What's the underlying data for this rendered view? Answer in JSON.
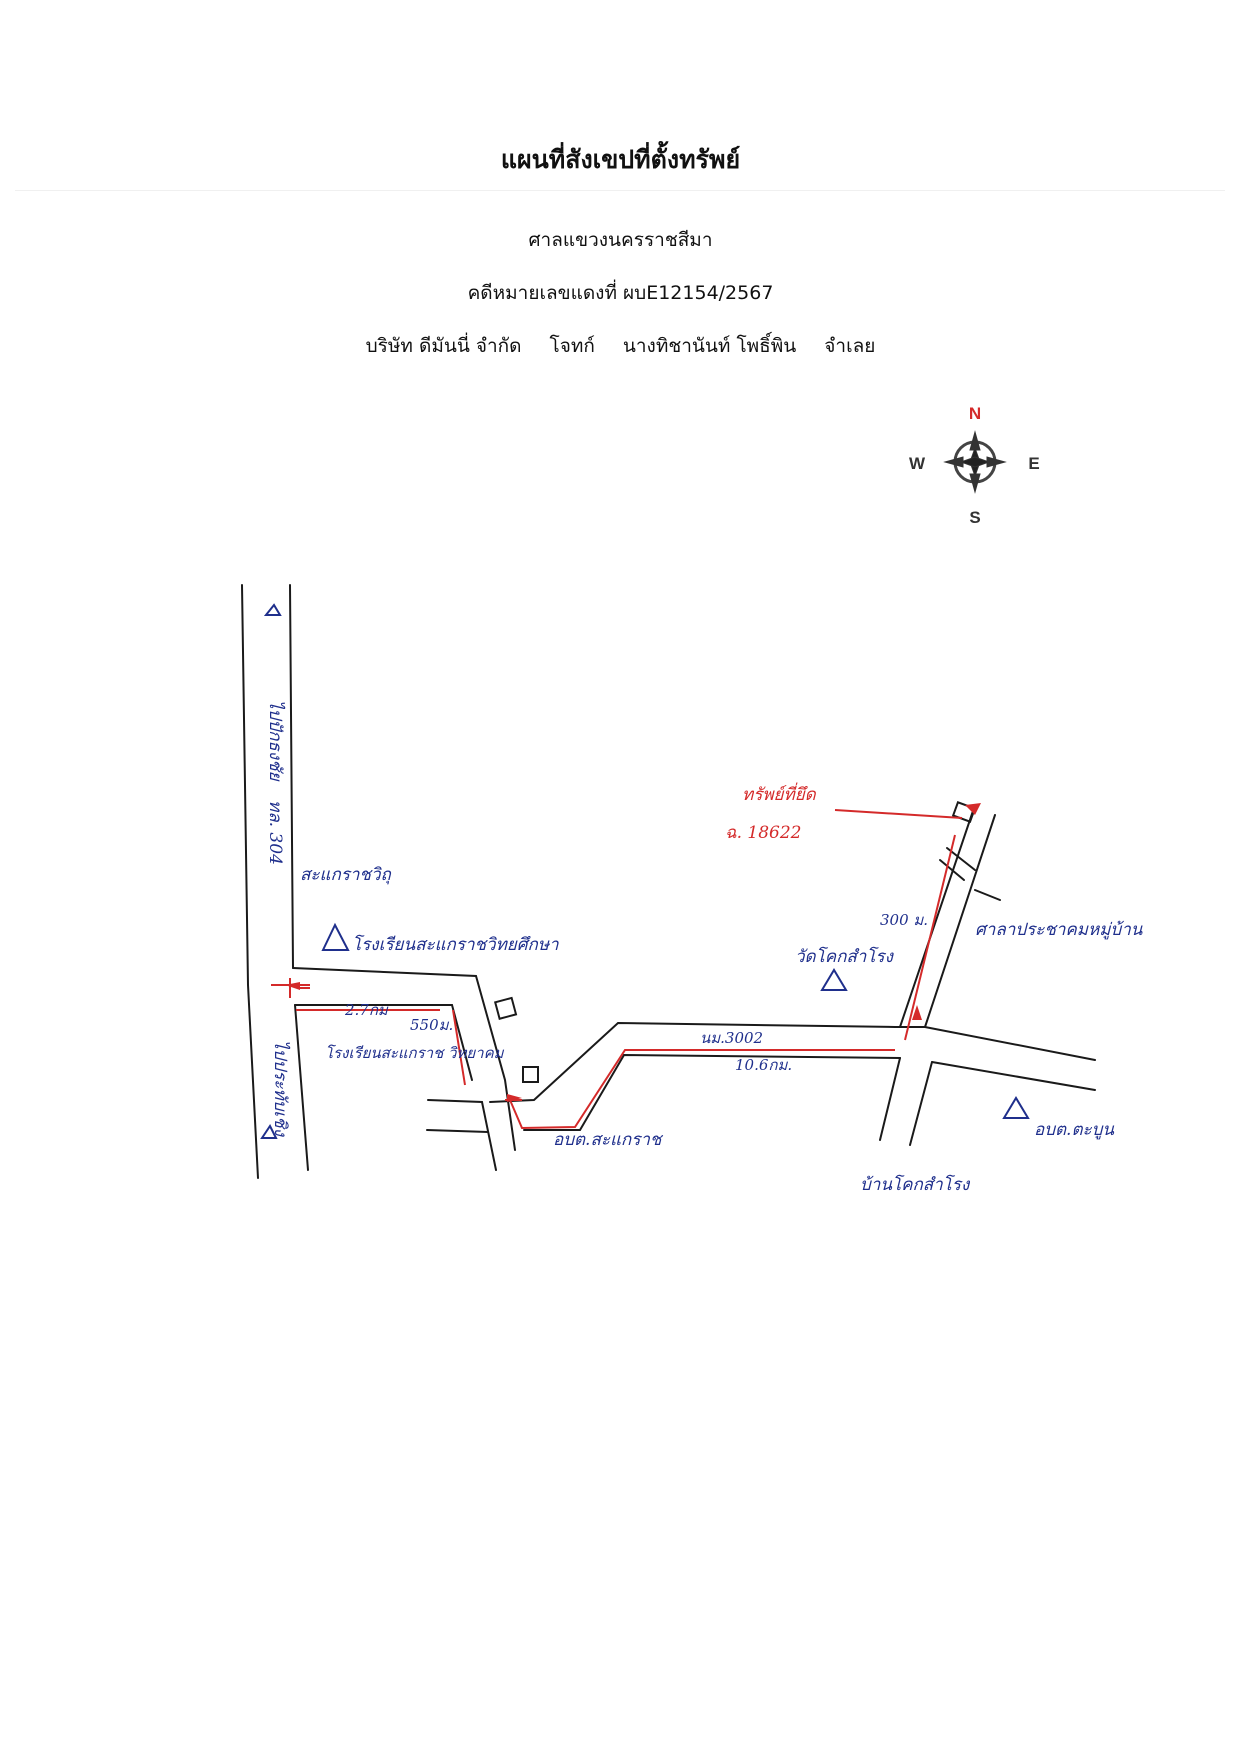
{
  "header": {
    "title": "แผนที่สังเขปที่ตั้งทรัพย์",
    "court": "ศาลแขวงนครราชสีมา",
    "case_number": "คดีหมายเลขแดงที่  ผบE12154/2567",
    "plaintiff": "บริษัท ดีมันนี่ จำกัด",
    "plaintiff_role": "โจทก์",
    "defendant": "นางทิชานันท์ โพธิ์พิน",
    "defendant_role": "จำเลย"
  },
  "compass": {
    "n": "N",
    "s": "S",
    "e": "E",
    "w": "W"
  },
  "map": {
    "colors": {
      "road": "#1a1a1a",
      "blue_ink": "#1f2f8c",
      "red_ink": "#d42a2a"
    },
    "labels": {
      "to_north": "ไปปักธงชัย",
      "route_304": "ทล. 304",
      "to_south": "ไปประทับเชิง",
      "sakaerat_junction": "สะแกราชวิถุ",
      "sakaerat_school": "โรงเรียนสะแกราชวิทยศึกษา",
      "dist_27": "2.7กม",
      "dist_550": "550ม.",
      "sakaerat_wit_school": "โรงเรียนสะแกราช วิทยาคม",
      "route_3002": "นม.3002",
      "dist_106": "10.6กม.",
      "obt_sakaerat": "อบต.สะแกราช",
      "property": "ทรัพย์ที่ยึด",
      "deed": "ฉ. 18622",
      "dist_300": "300 ม.",
      "village_hall": "ศาลาประชาคมหมู่บ้าน",
      "wat": "วัดโคกสำโรง",
      "obt_right": "อบต.ตะบูน",
      "village": "บ้านโคกสำโรง"
    }
  }
}
